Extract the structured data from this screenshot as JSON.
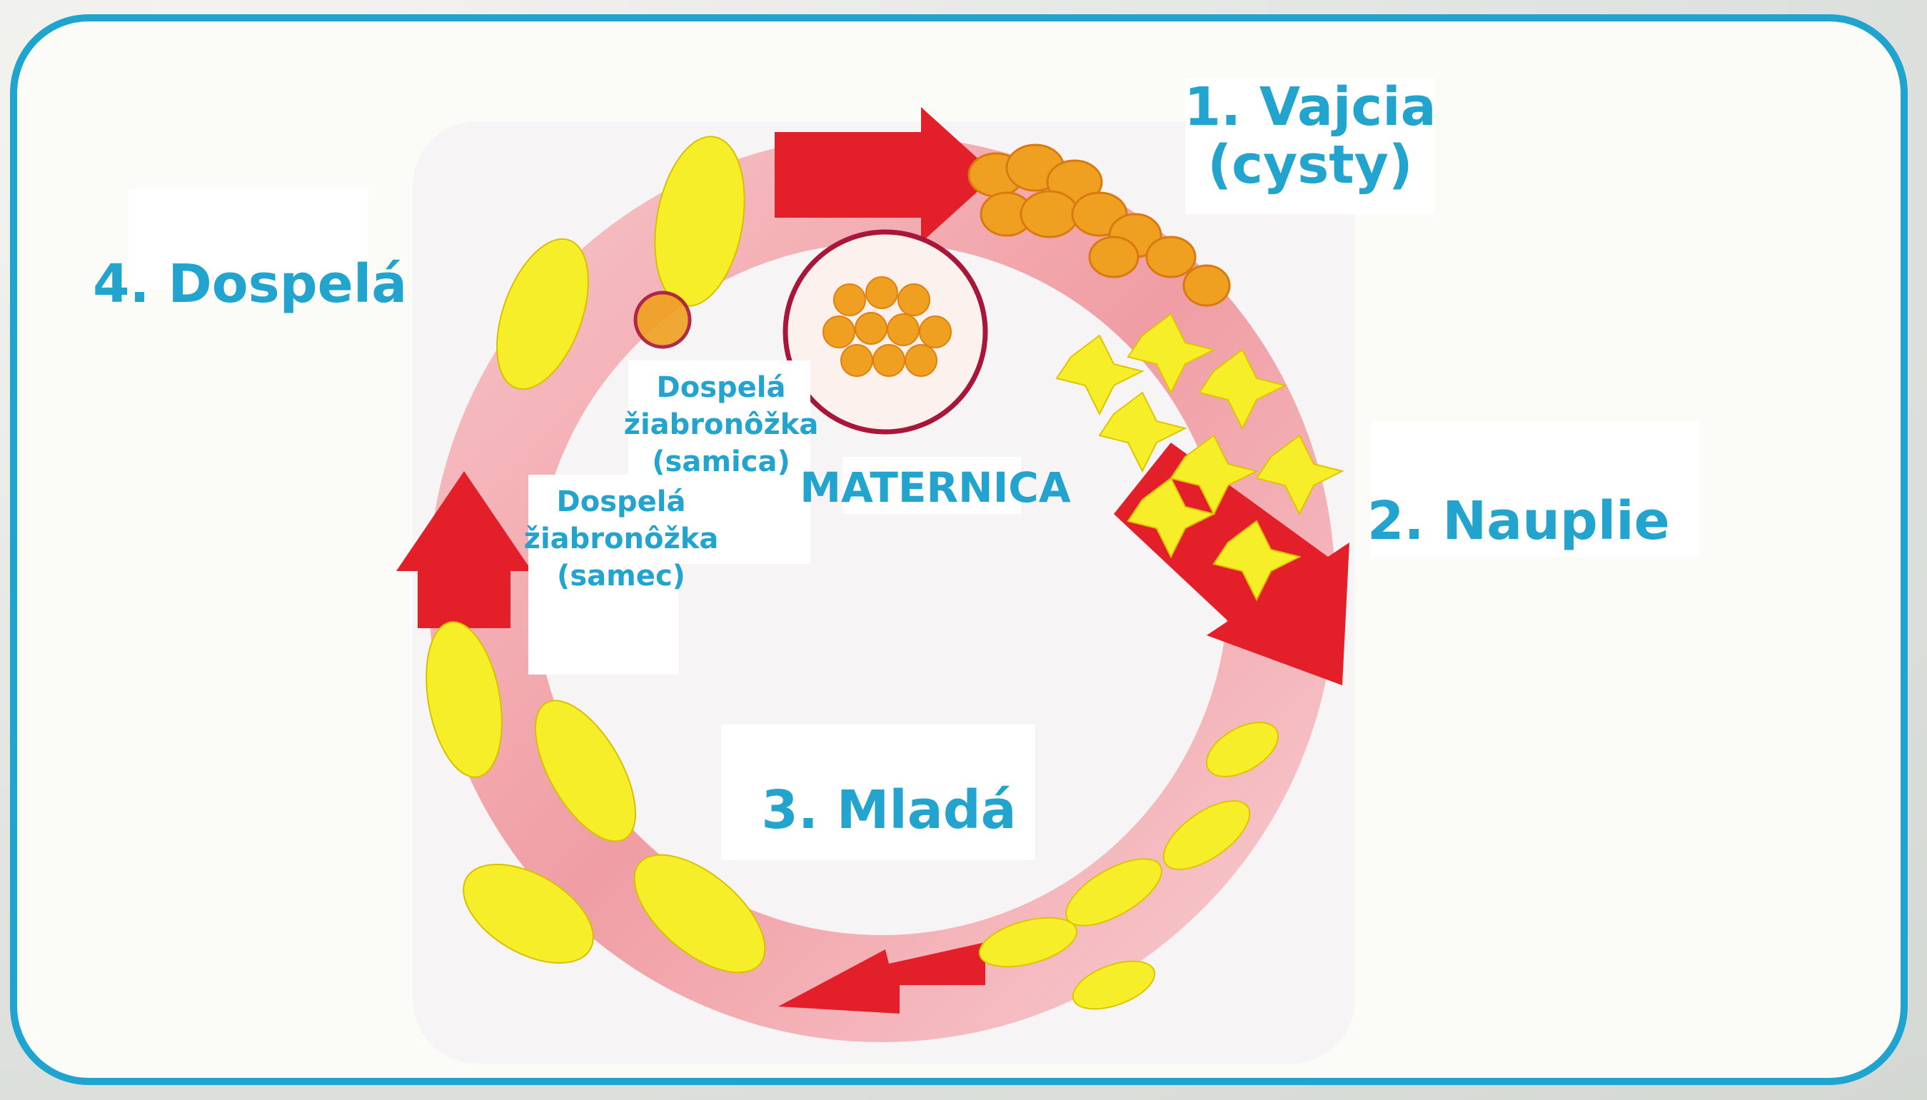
{
  "labels": {
    "eggs": "1. Vajcia\n(cysty)",
    "eggs_line1": "1. Vajcia",
    "eggs_line2": "(cysty)",
    "nauplii": "2. Nauplie",
    "juvenile": "3. Mladá",
    "adult": "4. Dospelá",
    "uterus": "MATERNICA",
    "adult_female_l1": "Dospelá",
    "adult_female_l2": "žiabronôžka",
    "adult_female_l3": "(samica)",
    "adult_male_l1": "Dospelá",
    "adult_male_l2": "žiabronôžka",
    "adult_male_l3": "(samec)"
  },
  "colors": {
    "accent": "#22a4cf",
    "frame": "#1fa3cf",
    "arrow_red": "#e3202a",
    "arrow_pink": "#f2a0a8",
    "creature_yellow": "#f7ee2a",
    "egg_orange": "#f0a020",
    "uterus_ring": "#a8173a"
  }
}
